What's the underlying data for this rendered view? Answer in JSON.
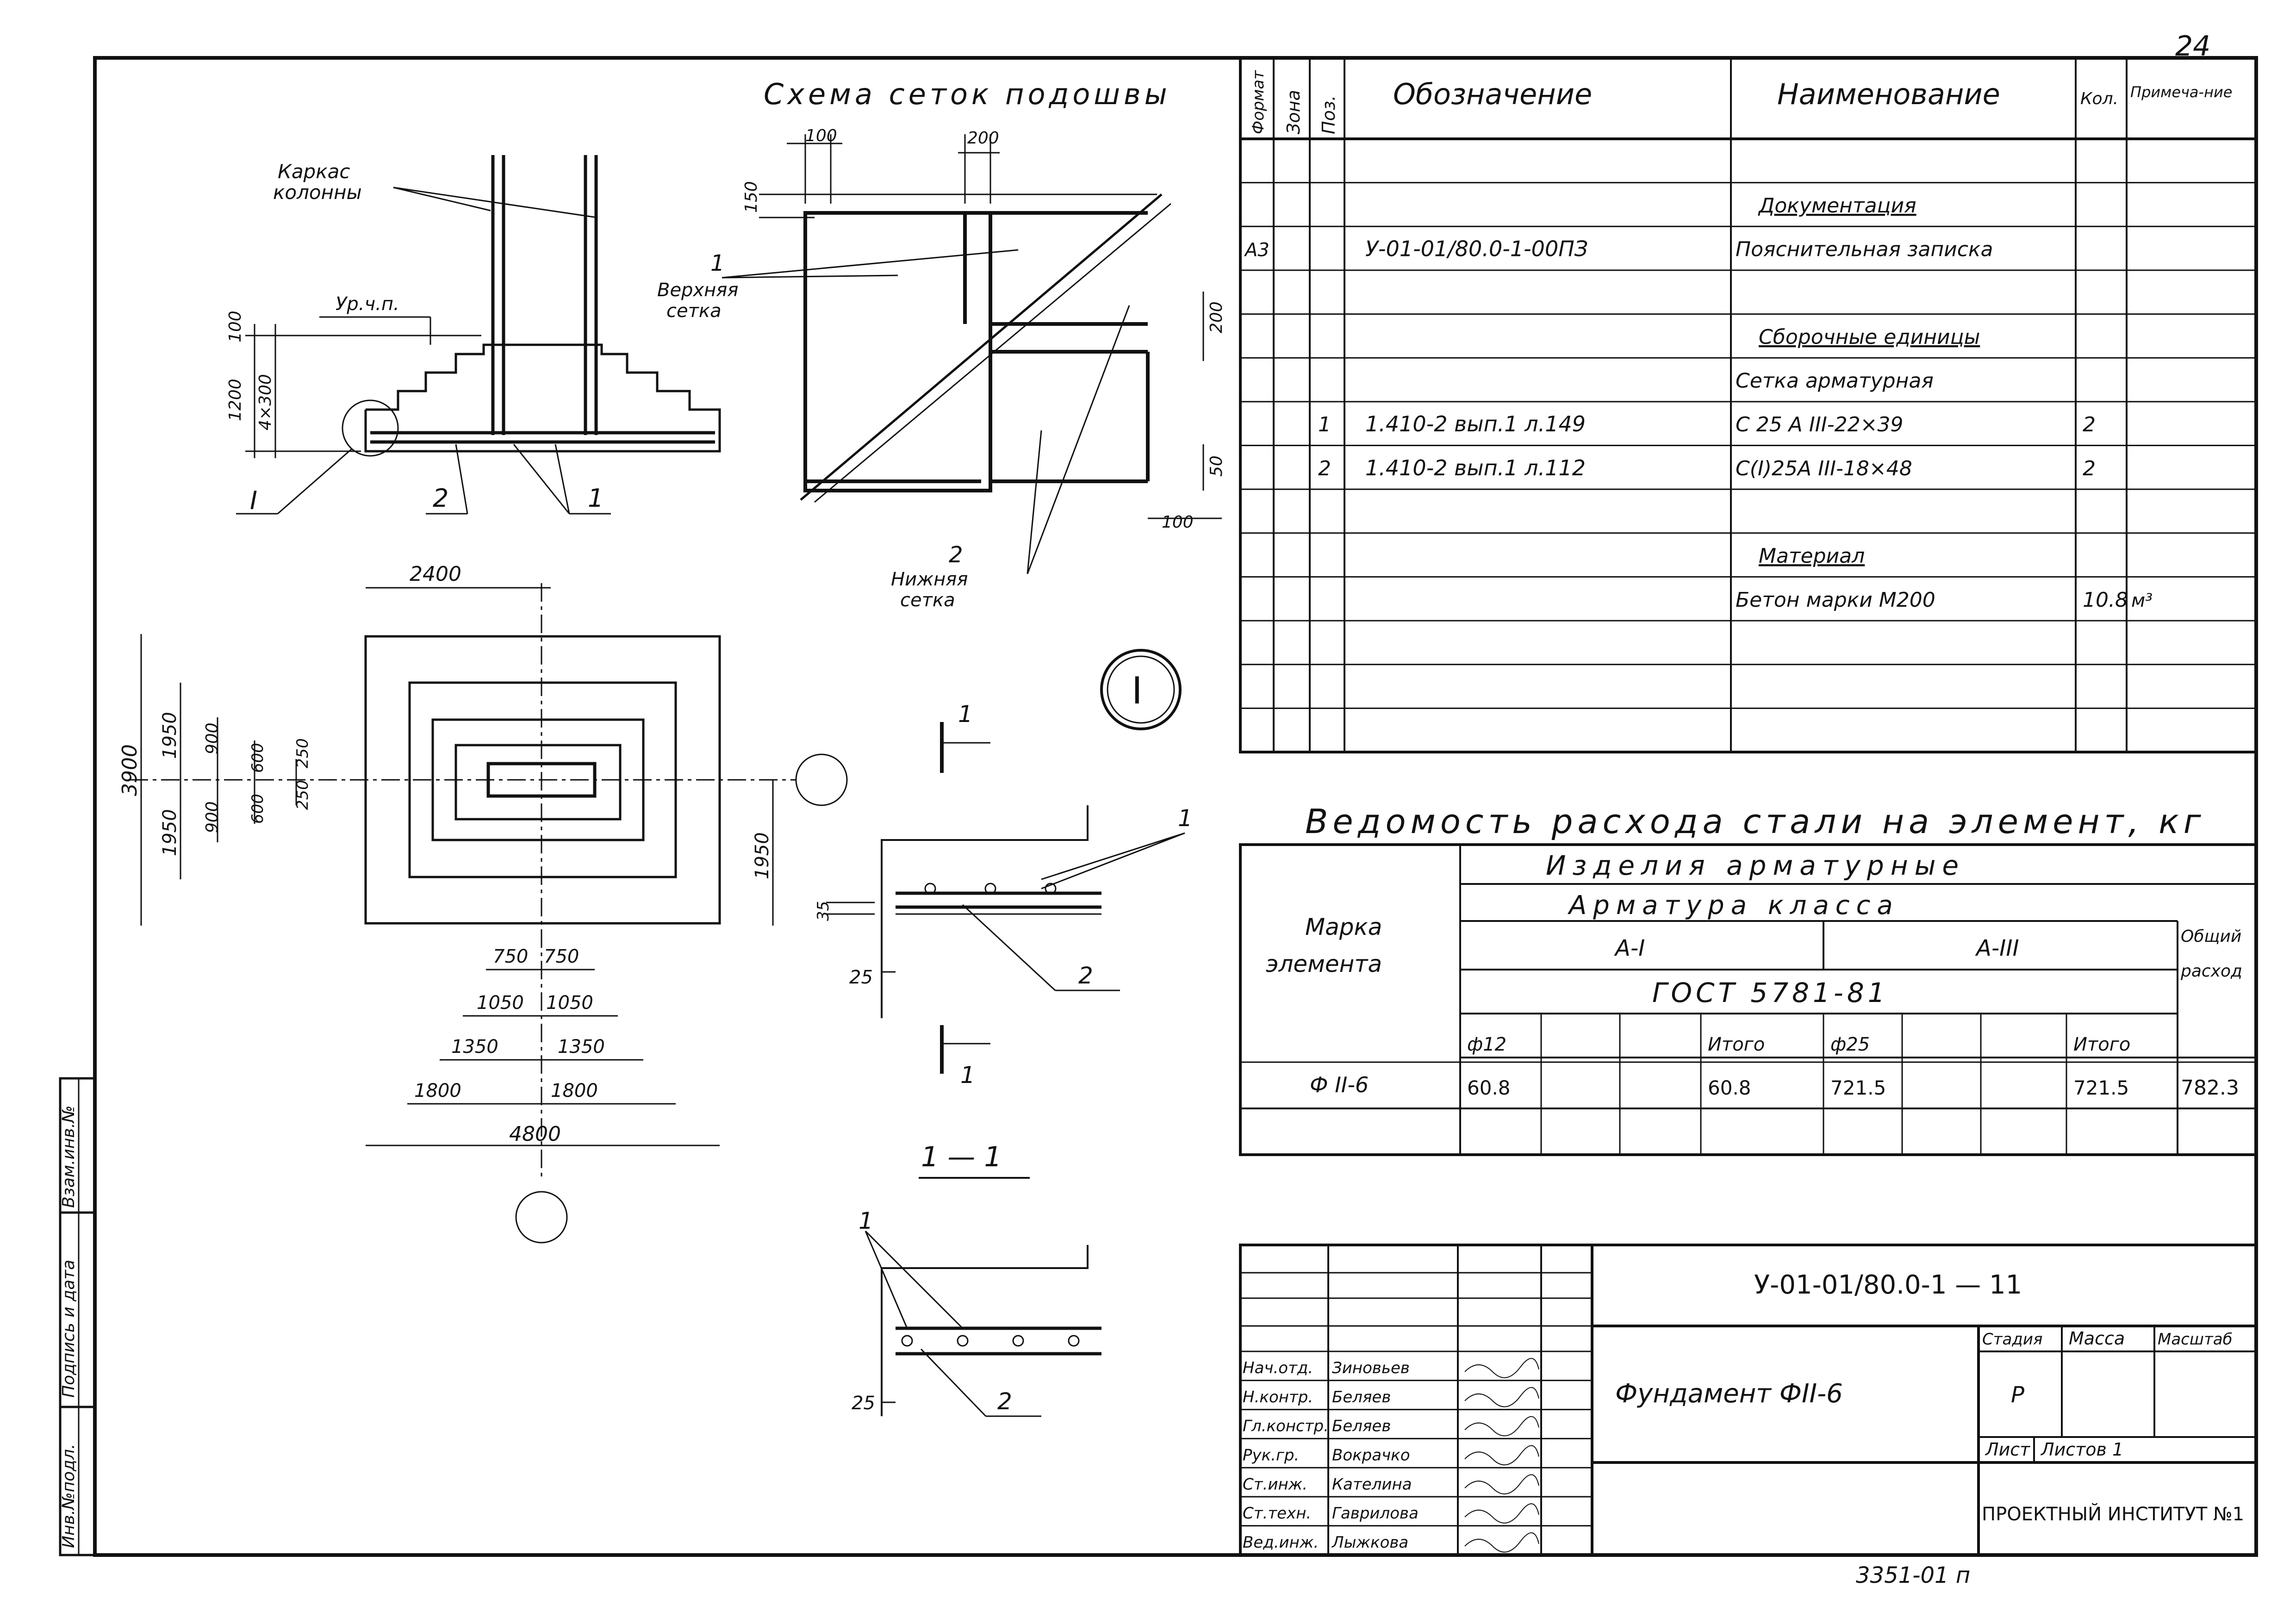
{
  "sheet_number": "24",
  "plan": {
    "title": "Схема сеток подошвы",
    "label_karkas_1": "Каркас",
    "label_karkas_2": "колонны",
    "label_level": "Ур.ч.п.",
    "dim_100": "100",
    "dim_1200": "1200",
    "dim_4x300": "4×300",
    "label_I": "I",
    "label_2": "2",
    "label_1": "1",
    "label_top_mesh_num": "1",
    "label_top_mesh_1": "Верхняя",
    "label_top_mesh_2": "сетка",
    "label_bottom_mesh_num": "2",
    "label_bottom_mesh_1": "Нижняя",
    "label_bottom_mesh_2": "сетка",
    "mesh_dim_100": "100",
    "mesh_dim_200": "200",
    "mesh_dim_150": "150",
    "mesh_dim_200v": "200",
    "mesh_dim_50": "50",
    "mesh_dim_100b": "100",
    "dim_2400": "2400",
    "dim_3900": "3900",
    "dim_1950_l": "1950",
    "dim_1950_l2": "1950",
    "dim_900_t": "900",
    "dim_900_b": "900",
    "dim_600_t": "600",
    "dim_600_b": "600",
    "dim_250_t": "250",
    "dim_250_b": "250",
    "dim_1950_r": "1950",
    "dim_750_l": "750",
    "dim_750_r": "750",
    "dim_1050_l": "1050",
    "dim_1050_r": "1050",
    "dim_1350_l": "1350",
    "dim_1350_r": "1350",
    "dim_1800_l": "1800",
    "dim_1800_r": "1800",
    "dim_4800": "4800",
    "callout_I": "I",
    "sec_mark_1a": "1",
    "sec_mark_1b": "1",
    "detail_label_1": "1",
    "detail_label_2": "2",
    "detail_dim_35": "35",
    "detail_dim_25": "25",
    "section_title": "1 — 1",
    "section_label_1": "1",
    "section_label_2": "2",
    "section_dim_25": "25"
  },
  "spec": {
    "headers": {
      "format": "Формат",
      "zone": "Зона",
      "pos": "Поз.",
      "designation": "Обозначение",
      "name": "Наименование",
      "qty": "Кол.",
      "note": "Примеча-ние"
    },
    "rows": [
      {
        "format": "",
        "zone": "",
        "pos": "",
        "designation": "",
        "name": "",
        "qty": "",
        "note": ""
      },
      {
        "format": "",
        "zone": "",
        "pos": "",
        "designation": "",
        "name": "Документация",
        "qty": "",
        "note": ""
      },
      {
        "format": "А3",
        "zone": "",
        "pos": "",
        "designation": "У-01-01/80.0-1-00ПЗ",
        "name": "Пояснительная записка",
        "qty": "",
        "note": ""
      },
      {
        "format": "",
        "zone": "",
        "pos": "",
        "designation": "",
        "name": "",
        "qty": "",
        "note": ""
      },
      {
        "format": "",
        "zone": "",
        "pos": "",
        "designation": "",
        "name": "Сборочные единицы",
        "qty": "",
        "note": ""
      },
      {
        "format": "",
        "zone": "",
        "pos": "",
        "designation": "",
        "name": "Сетка арматурная",
        "qty": "",
        "note": ""
      },
      {
        "format": "",
        "zone": "",
        "pos": "1",
        "designation": "1.410-2 вып.1 л.149",
        "name": "С 25 А III-22×39",
        "qty": "2",
        "note": ""
      },
      {
        "format": "",
        "zone": "",
        "pos": "2",
        "designation": "1.410-2 вып.1 л.112",
        "name": "С(I)25А III-18×48",
        "qty": "2",
        "note": ""
      },
      {
        "format": "",
        "zone": "",
        "pos": "",
        "designation": "",
        "name": "",
        "qty": "",
        "note": ""
      },
      {
        "format": "",
        "zone": "",
        "pos": "",
        "designation": "",
        "name": "Материал",
        "qty": "",
        "note": ""
      },
      {
        "format": "",
        "zone": "",
        "pos": "",
        "designation": "",
        "name": "Бетон марки М200",
        "qty": "10.8",
        "note": "м³"
      },
      {
        "format": "",
        "zone": "",
        "pos": "",
        "designation": "",
        "name": "",
        "qty": "",
        "note": ""
      },
      {
        "format": "",
        "zone": "",
        "pos": "",
        "designation": "",
        "name": "",
        "qty": "",
        "note": ""
      },
      {
        "format": "",
        "zone": "",
        "pos": "",
        "designation": "",
        "name": "",
        "qty": "",
        "note": ""
      }
    ]
  },
  "steel": {
    "title": "Ведомость расхода стали на элемент, кг",
    "h_mark_1": "Марка",
    "h_mark_2": "элемента",
    "h_products": "Изделия арматурные",
    "h_armatura": "Арматура класса",
    "h_a1": "А-I",
    "h_a3": "А-III",
    "h_gost": "ГОСТ 5781-81",
    "h_total_1": "Общий",
    "h_total_2": "расход",
    "sub": [
      "ф12",
      "",
      "",
      "Итого",
      "ф25",
      "",
      "",
      "Итого"
    ],
    "row": {
      "mark": "Ф II-6",
      "cells": [
        "60.8",
        "",
        "",
        "60.8",
        "721.5",
        "",
        "",
        "721.5"
      ],
      "total": "782.3"
    }
  },
  "title_block": {
    "code": "У-01-01/80.0-1 — 11",
    "name": "Фундамент ФII-6",
    "stage_h": "Стадия",
    "mass_h": "Масса",
    "scale_h": "Масштаб",
    "stage": "Р",
    "sheet_h": "Лист",
    "sheets_h": "Листов 1",
    "org": "ПРОЕКТНЫЙ ИНСТИТУТ №1",
    "people": [
      {
        "role": "Нач.отд.",
        "name": "Зиновьев"
      },
      {
        "role": "Н.контр.",
        "name": "Беляев"
      },
      {
        "role": "Гл.констр.",
        "name": "Беляев"
      },
      {
        "role": "Рук.гр.",
        "name": "Вокрачко"
      },
      {
        "role": "Ст.инж.",
        "name": "Кателина"
      },
      {
        "role": "Ст.техн.",
        "name": "Гаврилова"
      },
      {
        "role": "Вед.инж.",
        "name": "Лыжкова"
      }
    ]
  },
  "side_stamp": {
    "inv_sub": "Инв.№подл.",
    "sign_date": "Подпись и дата",
    "vzam": "Взам.инв.№"
  },
  "bottom_number": "3351-01 п"
}
